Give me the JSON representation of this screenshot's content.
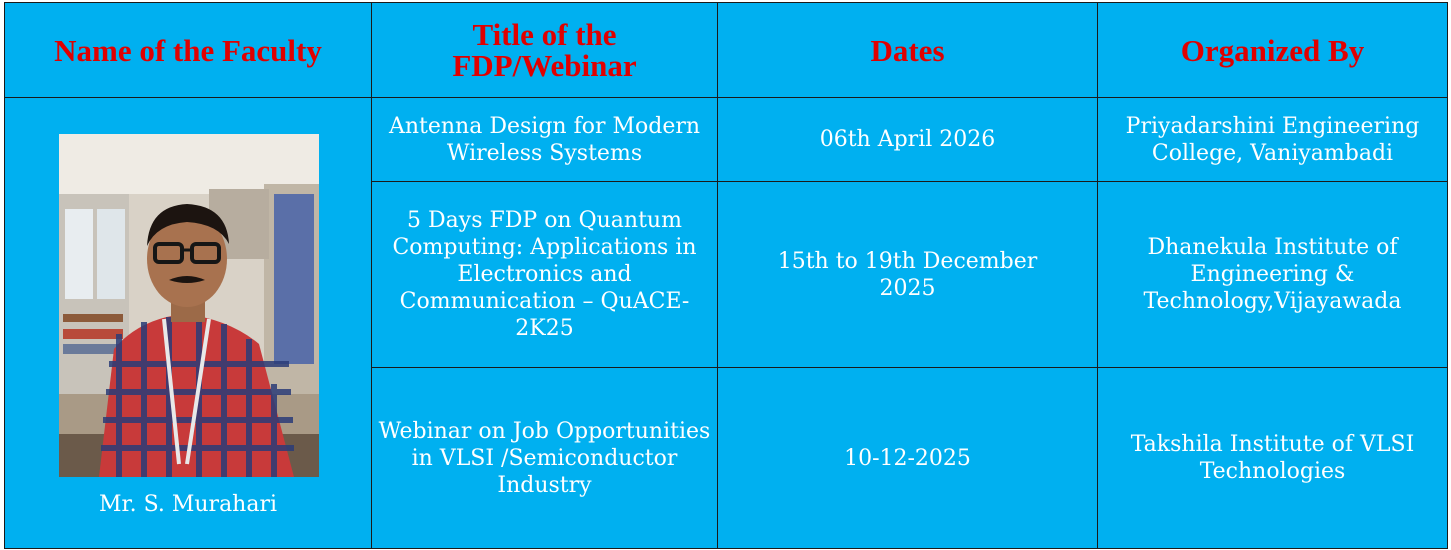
{
  "table": {
    "headers": {
      "faculty": "Name of the Faculty",
      "title": "Title of the FDP/Webinar",
      "dates": "Dates",
      "organized_by": "Organized By"
    },
    "faculty": {
      "name": "Mr. S. Murahari"
    },
    "rows": [
      {
        "title": "Antenna Design for Modern Wireless Systems",
        "dates": "06th April 2026",
        "organized_by": "Priyadarshini Engineering College, Vaniyambadi"
      },
      {
        "title": "5 Days FDP on Quantum Computing: Applications in Electronics and Communication – QuACE-2K25",
        "dates": "15th to 19th December 2025",
        "organized_by": "Dhanekula Institute of Engineering & Technology,Vijayawada"
      },
      {
        "title": "Webinar on Job Opportunities in VLSI /Semiconductor Industry",
        "dates": "10-12-2025",
        "organized_by": "Takshila Institute of VLSI Technologies"
      }
    ]
  },
  "colors": {
    "background": "#00B0F0",
    "header_text": "#E00000",
    "body_text": "#FFFFFF",
    "border": "#1A1A1A"
  }
}
